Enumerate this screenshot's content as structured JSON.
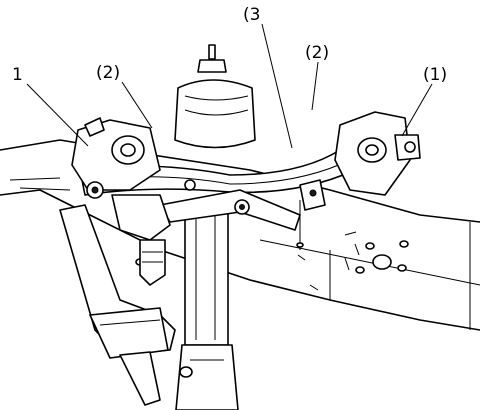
{
  "callouts": {
    "left_1": "1",
    "left_2": "(2)",
    "center_3": "(3",
    "center_2": "(2)",
    "right_1": "(1)"
  }
}
